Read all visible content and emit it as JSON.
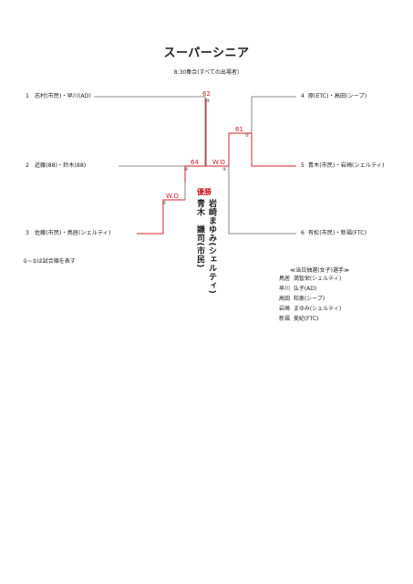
{
  "title": "スーパーシニア",
  "subtitle": "8:30集合(すべての出場者)",
  "players": [
    {
      "number": "1",
      "name": "志村(市民)・早川(AD)"
    },
    {
      "number": "2",
      "name": "近藤(88)・鈴木(88)"
    },
    {
      "number": "3",
      "name": "佐藤(市民)・鳥居(シェルティ)"
    },
    {
      "number": "4",
      "name": "原(ETC)・高田(シーブ)"
    },
    {
      "number": "5",
      "name": "青木(市民)・岩崎(シェルティ)"
    },
    {
      "number": "6",
      "name": "有松(市民)・新福(FTC)"
    }
  ],
  "scores": {
    "match1": "W.O",
    "match2": "61",
    "match3": "64",
    "match4": "W.O",
    "final": "62"
  },
  "match_numbers": {
    "m1": "①",
    "m2": "②",
    "m3": "③",
    "m4": "④",
    "m5": "⑤"
  },
  "champion": {
    "label": "優勝",
    "line1": "岩崎まゆみ(シェルティ)",
    "line2": "青木　謙司(市民)"
  },
  "note": "①~⑤は試合順を表す",
  "legend": {
    "title": "≪当日抽選(女子)選手≫",
    "rows": [
      {
        "surname": "鳥居",
        "given": "満智栄(シェルティ)"
      },
      {
        "surname": "早川",
        "given": "弘子(AD)"
      },
      {
        "surname": "高田",
        "given": "和恵(シーブ)"
      },
      {
        "surname": "岩崎",
        "given": "まゆみ(シェルティ)"
      },
      {
        "surname": "新福",
        "given": "美紀(FTC)"
      }
    ]
  },
  "colors": {
    "winner_line": "#d0202a",
    "normal_line": "#666666"
  }
}
